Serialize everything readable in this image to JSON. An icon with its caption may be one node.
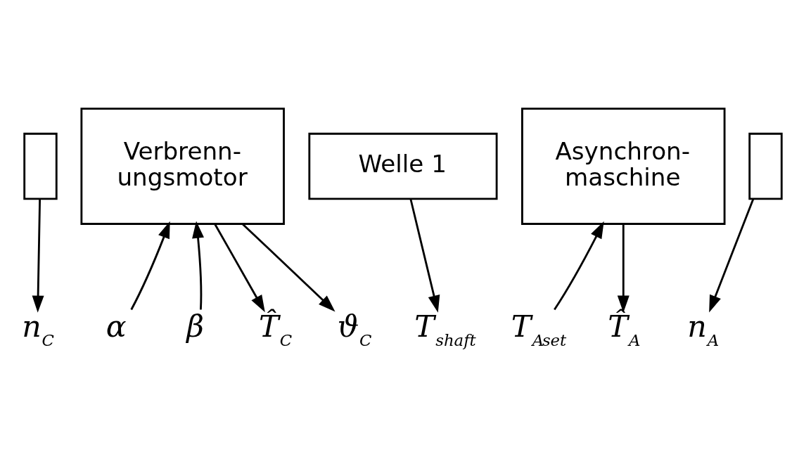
{
  "diagram": {
    "nodes": [
      {
        "text": [],
        "shape": "box"
      },
      {
        "text": [
          "Verbrenn- ungsmotor"
        ]
      },
      {
        "text": [
          "Welle 1"
        ]
      },
      {
        "text": [
          "Asynchron- maschine"
        ]
      },
      {
        "text": [],
        "shape": "box"
      },
      {
        "text": [
          "n$_{C}$"
        ]
      },
      {
        "text": [
          "α"
        ]
      },
      {
        "text": [
          "β"
        ]
      },
      {
        "text": [
          "T̂$_{C}$"
        ]
      },
      {
        "text": [
          "ϑ$_{C}$"
        ]
      },
      {
        "text": [
          "T$_{shaft}$"
        ]
      },
      {
        "text": [
          "T$_{A}$$_{set}$"
        ]
      },
      {
        "text": [
          "T̂$_{A}$"
        ]
      },
      {
        "text": [
          "n$_{A}$"
        ]
      }
    ],
    "edges": [
      {
        "from": 0,
        "to": 5,
        "arrow": "to"
      },
      {
        "from": 6,
        "to": 1,
        "arrow": "to"
      },
      {
        "from": 7,
        "to": 1,
        "arrow": "to"
      },
      {
        "from": 1,
        "to": 8,
        "arrow": "to"
      },
      {
        "from": 1,
        "to": 9,
        "arrow": "to"
      },
      {
        "from": 2,
        "to": 10,
        "arrow": "to"
      },
      {
        "from": 11,
        "to": 3,
        "arrow": "to"
      },
      {
        "from": 3,
        "to": 12,
        "arrow": "to"
      },
      {
        "from": 4,
        "to": 13,
        "arrow": "to"
      }
    ]
  }
}
